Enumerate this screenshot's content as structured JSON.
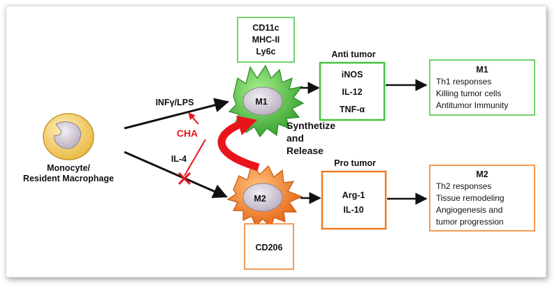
{
  "monocyte": {
    "label_line1": "Monocyte/",
    "label_line2": "Resident Macrophage"
  },
  "m1_markers": {
    "line1": "CD11c",
    "line2": "MHC-II",
    "line3": "Ly6c"
  },
  "m1_cell": {
    "label": "M1"
  },
  "m2_cell": {
    "label": "M2"
  },
  "m2_marker": {
    "label": "CD206"
  },
  "stimulus": {
    "m1": "INFγ/LPS",
    "m2": "IL-4"
  },
  "inhibitor": {
    "label": "CHA"
  },
  "process": {
    "line1": "Synthetize",
    "line2": "and",
    "line3": "Release"
  },
  "anti_tumor": {
    "title": "Anti tumor",
    "items": [
      "iNOS",
      "IL-12",
      "TNF-α"
    ]
  },
  "pro_tumor": {
    "title": "Pro tumor",
    "items": [
      "Arg-1",
      "IL-10"
    ]
  },
  "m1_effects": {
    "title": "M1",
    "items": [
      "Th1 responses",
      "Killing tumor cells",
      "Antitumor Immunity"
    ]
  },
  "m2_effects": {
    "title": "M2",
    "items": [
      "Th2 responses",
      "Tissue remodeling",
      "Angiogenesis and",
      "tumor progression"
    ]
  },
  "colors": {
    "m1": "#46c23c",
    "m2": "#f07a1e",
    "inhibit": "#e8141b",
    "monocyte": "#f0c850"
  }
}
